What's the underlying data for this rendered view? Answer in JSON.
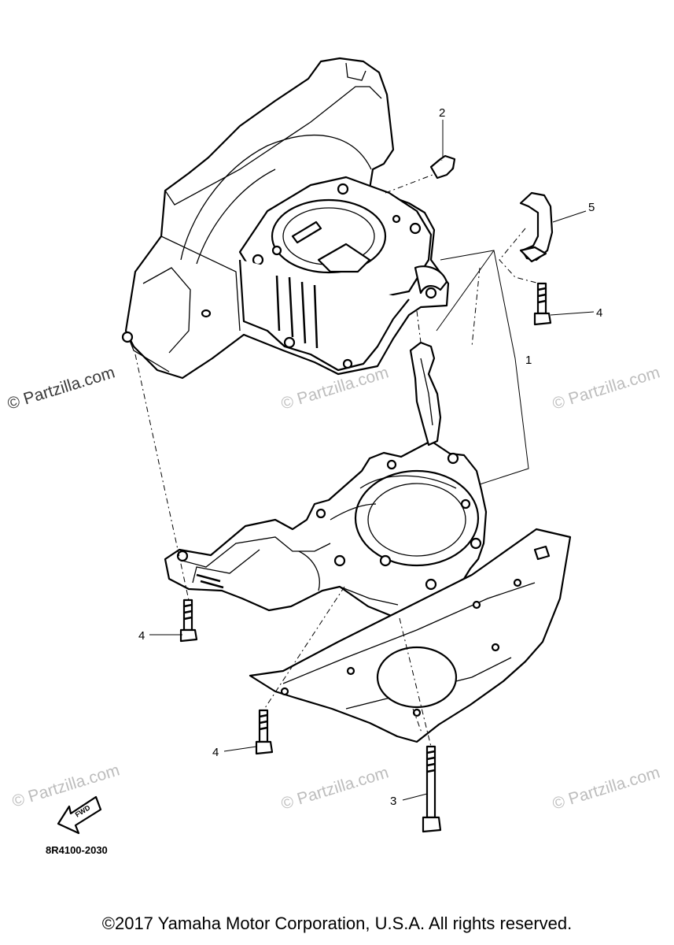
{
  "diagram": {
    "callouts": [
      {
        "id": "1",
        "label": "1"
      },
      {
        "id": "2",
        "label": "2"
      },
      {
        "id": "3",
        "label": "3"
      },
      {
        "id": "4a",
        "label": "4"
      },
      {
        "id": "4b",
        "label": "4"
      },
      {
        "id": "4c",
        "label": "4"
      },
      {
        "id": "5",
        "label": "5"
      }
    ],
    "diagram_code": "8R4100-2030",
    "fwd_label": "FWD",
    "watermark": "© Partzilla.com",
    "icons": [
      "fwd-arrow-icon"
    ]
  },
  "footer": {
    "copyright": "©2017 Yamaha Motor Corporation, U.S.A. All rights reserved."
  }
}
